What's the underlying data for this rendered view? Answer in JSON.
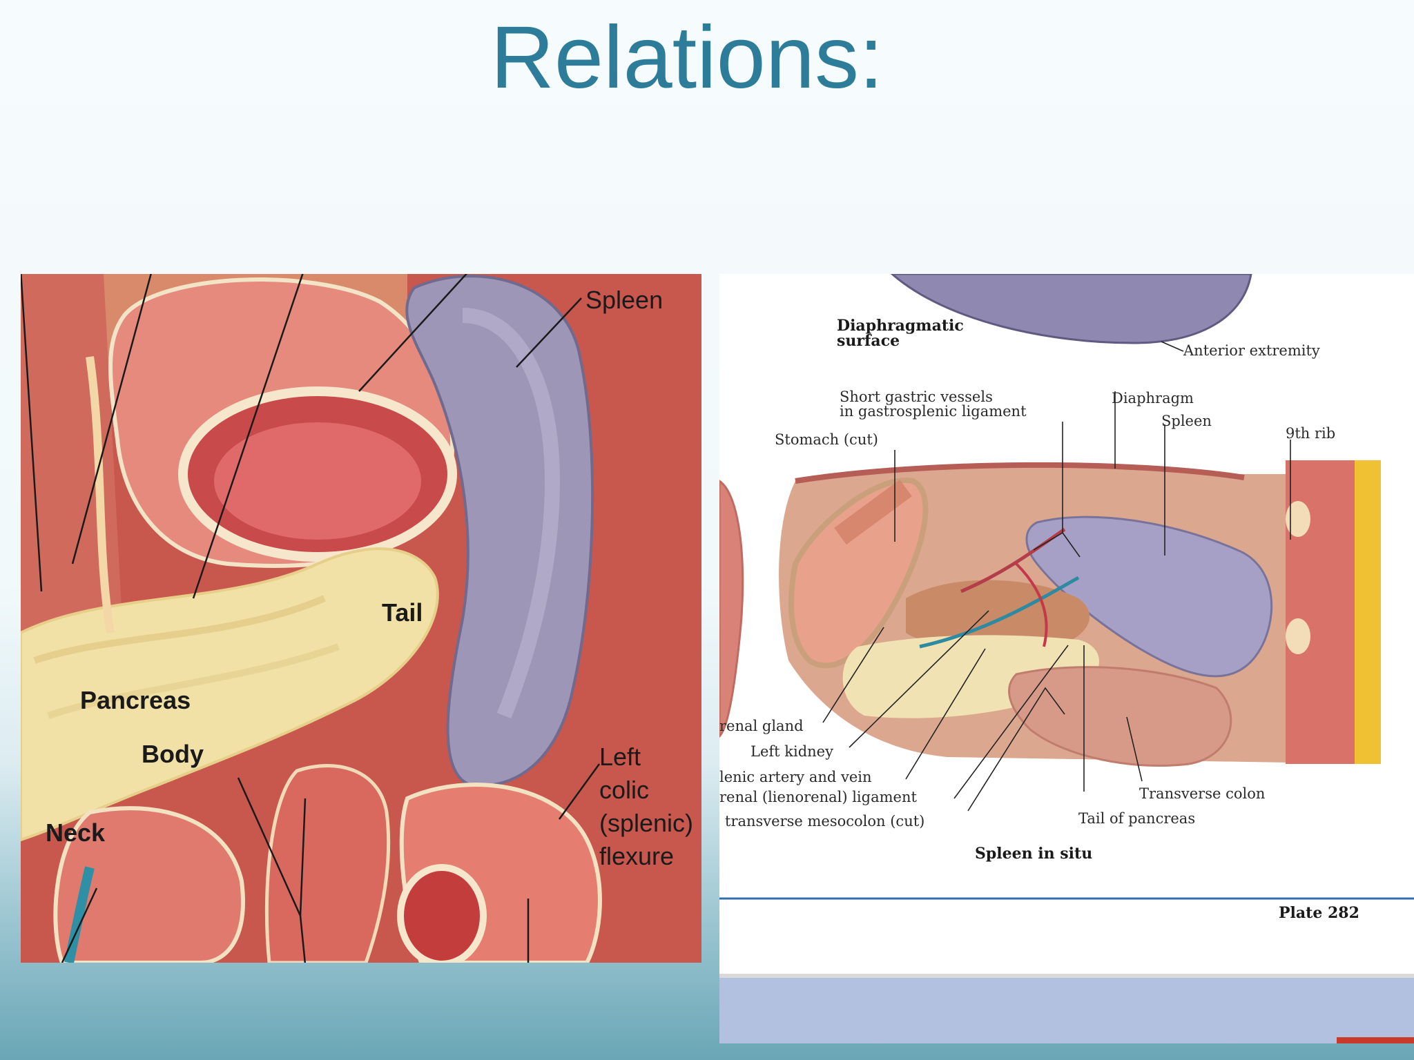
{
  "slide": {
    "title": "Relations:"
  },
  "left_figure": {
    "labels": {
      "spleen": "Spleen",
      "tail": "Tail",
      "pancreas": "Pancreas",
      "body": "Body",
      "neck": "Neck",
      "flexure_line1": "Left",
      "flexure_line2": "colic",
      "flexure_line3": "(splenic)",
      "flexure_line4": "flexure"
    }
  },
  "right_figure": {
    "labels": {
      "diaphragmatic_surface_1": "Diaphragmatic",
      "diaphragmatic_surface_2": "surface",
      "anterior_extremity": "Anterior extremity",
      "short_gastric_1": "Short gastric vessels",
      "short_gastric_2": "in gastrosplenic ligament",
      "diaphragm": "Diaphragm",
      "spleen": "Spleen",
      "ninth_rib": "9th rib",
      "stomach_cut": "Stomach (cut)",
      "renal_gland": "renal gland",
      "left_kidney": "Left kidney",
      "splenic_artery_vein": "lenic artery and vein",
      "renal_ligament": "renal (lienorenal) ligament",
      "transverse_mesocolon": "transverse mesocolon (cut)",
      "transverse_colon": "Transverse colon",
      "tail_of_pancreas": "Tail of pancreas",
      "caption": "Spleen in situ",
      "plate": "Plate 282"
    }
  }
}
